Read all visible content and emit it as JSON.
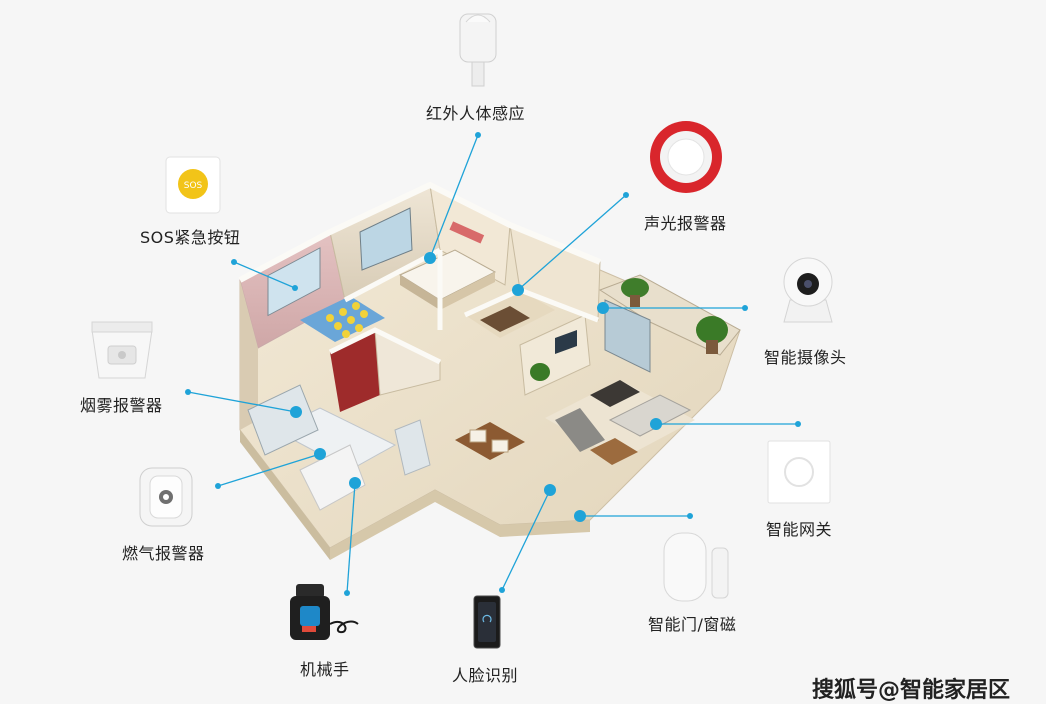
{
  "devices": [
    {
      "id": "pir",
      "label": "红外人体感应",
      "icon": "pir-sensor-icon"
    },
    {
      "id": "siren",
      "label": "声光报警器",
      "icon": "siren-icon"
    },
    {
      "id": "sos",
      "label": "SOS紧急按钮",
      "icon": "sos-button-icon",
      "icon_text": "SOS"
    },
    {
      "id": "camera",
      "label": "智能摄像头",
      "icon": "camera-icon"
    },
    {
      "id": "smoke",
      "label": "烟雾报警器",
      "icon": "smoke-detector-icon"
    },
    {
      "id": "gateway",
      "label": "智能网关",
      "icon": "gateway-icon"
    },
    {
      "id": "gas",
      "label": "燃气报警器",
      "icon": "gas-detector-icon"
    },
    {
      "id": "door",
      "label": "智能门/窗磁",
      "icon": "door-sensor-icon"
    },
    {
      "id": "manipulator",
      "label": "机械手",
      "icon": "valve-manipulator-icon"
    },
    {
      "id": "face",
      "label": "人脸识别",
      "icon": "face-recognition-icon"
    }
  ],
  "accent_color": "#1fa3d8",
  "siren_color": "#d9262c",
  "sos_color": "#f2c418",
  "watermark": "搜狐号@智能家居区"
}
